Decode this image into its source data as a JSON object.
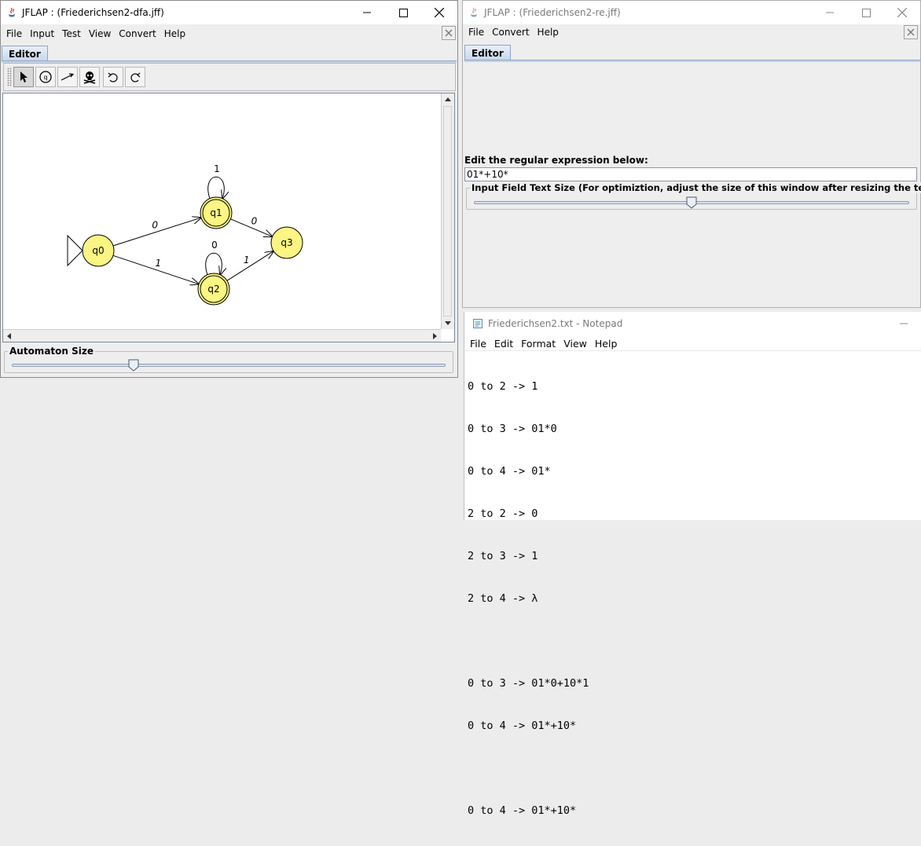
{
  "left_window": {
    "title": "JFLAP : (Friederichsen2-dfa.jff)",
    "menu": [
      "File",
      "Input",
      "Test",
      "View",
      "Convert",
      "Help"
    ],
    "tab": "Editor",
    "tools": [
      "select-tool",
      "state-tool",
      "transition-tool",
      "delete-tool",
      "undo",
      "redo"
    ],
    "automaton": {
      "states": [
        {
          "id": "q0",
          "label": "q0",
          "initial": true,
          "final": false
        },
        {
          "id": "q1",
          "label": "q1",
          "initial": false,
          "final": true
        },
        {
          "id": "q2",
          "label": "q2",
          "initial": false,
          "final": true
        },
        {
          "id": "q3",
          "label": "q3",
          "initial": false,
          "final": false
        }
      ],
      "transitions": [
        {
          "from": "q0",
          "to": "q1",
          "label": "0"
        },
        {
          "from": "q0",
          "to": "q2",
          "label": "1"
        },
        {
          "from": "q1",
          "to": "q1",
          "label": "1"
        },
        {
          "from": "q2",
          "to": "q2",
          "label": "0"
        },
        {
          "from": "q1",
          "to": "q3",
          "label": "0"
        },
        {
          "from": "q2",
          "to": "q3",
          "label": "1"
        }
      ],
      "state_fill": "#fbf583"
    },
    "size_legend": "Automaton Size",
    "size_value_percent": 28
  },
  "right_window": {
    "title": "JFLAP : (Friederichsen2-re.jff)",
    "menu": [
      "File",
      "Convert",
      "Help"
    ],
    "tab": "Editor",
    "regex_label": "Edit the regular expression below:",
    "regex_value": "01*+10*",
    "text_size_legend": "Input Field Text Size (For optimiztion, adjust the size of this window after resizing the text field)",
    "text_size_percent": 50
  },
  "notepad": {
    "title": "Friederichsen2.txt - Notepad",
    "menu": [
      "File",
      "Edit",
      "Format",
      "View",
      "Help"
    ],
    "lines": [
      "0 to 2 -> 1",
      "0 to 3 -> 01*0",
      "0 to 4 -> 01*",
      "2 to 2 -> 0",
      "2 to 3 -> 1",
      "2 to 4 -> λ",
      "",
      "0 to 3 -> 01*0+10*1",
      "0 to 4 -> 01*+10*",
      "",
      "0 to 4 -> 01*+10*"
    ]
  }
}
